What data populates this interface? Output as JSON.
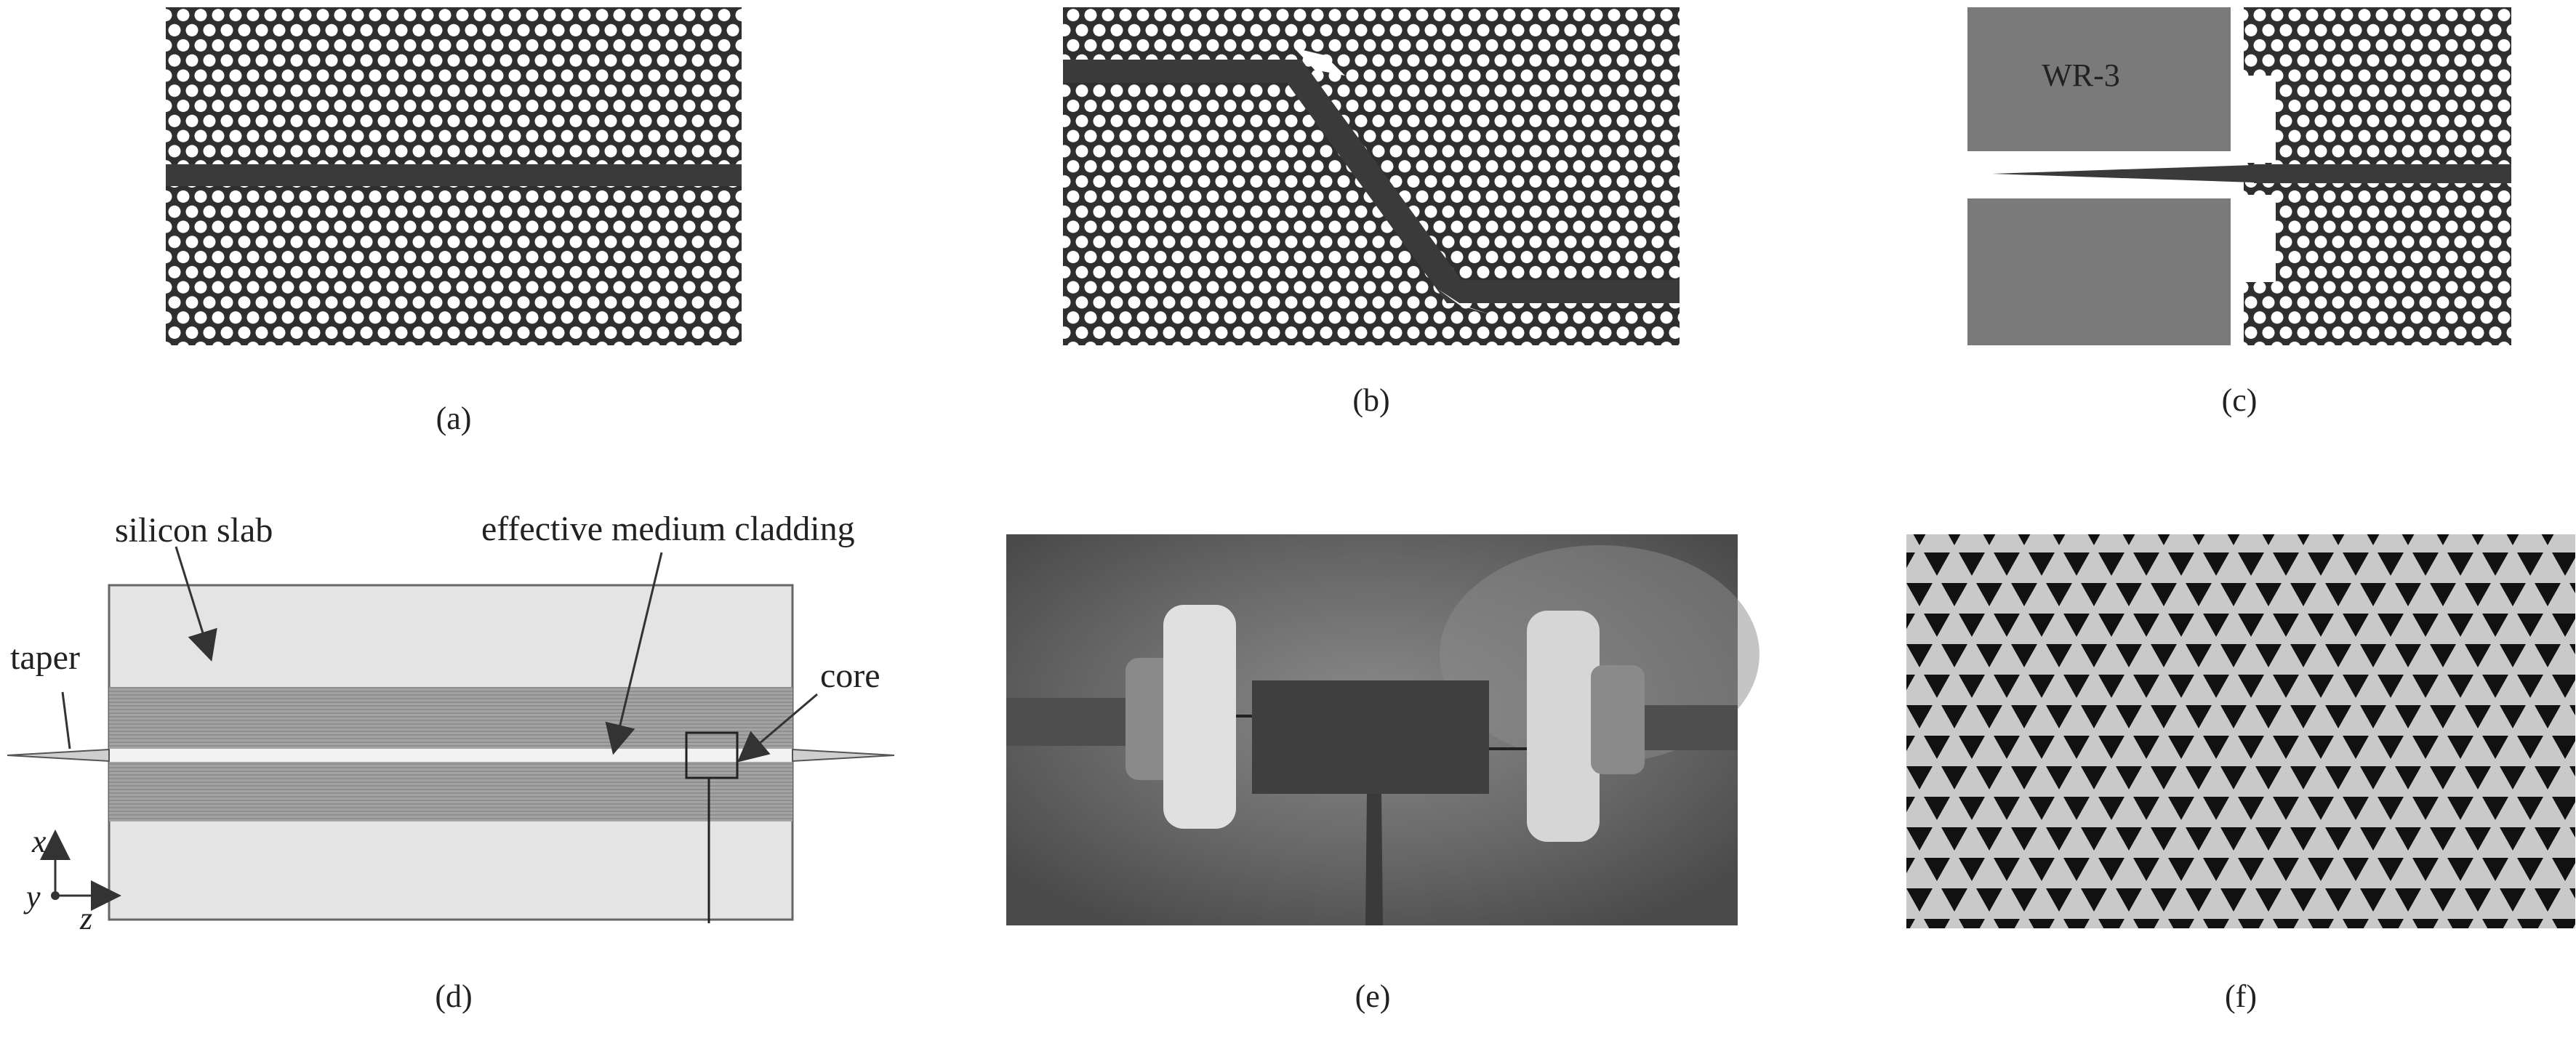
{
  "panels": [
    {
      "id": "a",
      "caption": "(a)",
      "content": "photonic-crystal-straight-waveguide"
    },
    {
      "id": "b",
      "caption": "(b)",
      "content": "photonic-crystal-bent-waveguide"
    },
    {
      "id": "c",
      "caption": "(c)",
      "content": "waveguide-to-crystal-coupler",
      "port_label": "WR-3"
    },
    {
      "id": "d",
      "caption": "(d)",
      "content": "effective-medium-waveguide-schematic",
      "labels": {
        "silicon_slab": "silicon slab",
        "cladding": "effective medium cladding",
        "taper": "taper",
        "core": "core"
      },
      "axes": {
        "x": "x",
        "y": "y",
        "z": "z"
      }
    },
    {
      "id": "e",
      "caption": "(e)",
      "content": "photo-of-measurement-setup"
    },
    {
      "id": "f",
      "caption": "(f)",
      "content": "triangular-hole-lattice"
    }
  ],
  "colors": {
    "lattice_dark": "#2f2f2f",
    "hole": "#ffffff",
    "defect": "#3a3a3a",
    "port_gray": "#7a7a7a",
    "slab_light": "#e4e4e4",
    "cladding": "#9a9a9a",
    "outline": "#555555",
    "photo_bg": "#6b6b6b",
    "f_strut": "#c9c9c9",
    "f_hole": "#111111"
  }
}
